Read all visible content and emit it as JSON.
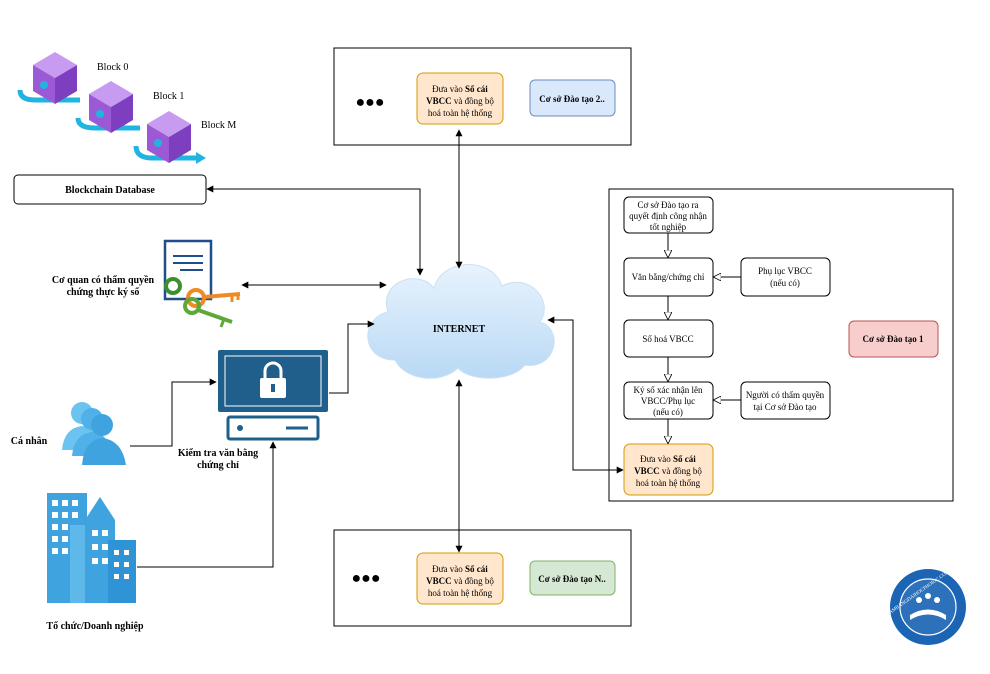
{
  "blockchain": {
    "block_labels": [
      "Block 0",
      "Block 1",
      "Block M"
    ],
    "database_label": "Blockchain Database"
  },
  "authority": {
    "label_lines": [
      "Cơ quan có thẩm quyền",
      "chứng thực ký số"
    ]
  },
  "individual": {
    "label": "Cá nhân"
  },
  "organization": {
    "label": "Tổ chức/Doanh nghiệp"
  },
  "verification": {
    "label_lines": [
      "Kiểm tra văn bằng",
      "chứng chỉ"
    ]
  },
  "internet": {
    "label": "INTERNET"
  },
  "ledger_box": {
    "line1_prefix": "Đưa vào ",
    "line1_bold": "Sổ cái",
    "line2_bold": "VBCC",
    "line2_rest": " và đồng bộ",
    "line3": "hoá toàn hệ thống"
  },
  "ellipsis": "●●●",
  "top_node": {
    "school_label": "Cơ sở Đào tạo 2.."
  },
  "bottom_node": {
    "school_label": "Cơ sở Đào tạo N.."
  },
  "school1": {
    "title": "Cơ sở Đào tạo 1",
    "step_decision_lines": [
      "Cơ sở Đào tạo ra",
      "quyết định công nhận",
      "tốt nghiệp"
    ],
    "step_diploma": "Văn bằng/chứng chỉ",
    "step_appendix_lines": [
      "Phụ lục VBCC",
      "(nếu có)"
    ],
    "step_digitize": "Số hoá VBCC",
    "step_sign_lines": [
      "Ký số xác nhận lên",
      "VBCC/Phụ lục",
      "(nếu có)"
    ],
    "step_signer_lines": [
      "Người có thẩm quyền",
      "tại Cơ sở Đào tạo"
    ]
  },
  "logo": {
    "text": "LAMBANGDAIHOCPHOIOC.COM"
  },
  "colors": {
    "ledger_fill": "#ffe6cc",
    "ledger_stroke": "#d79b00",
    "school2_fill": "#dae8fc",
    "school2_stroke": "#6c8ebf",
    "schoolN_fill": "#d5e8d4",
    "schoolN_stroke": "#82b366",
    "school1_fill": "#f8cecc",
    "school1_stroke": "#b85450",
    "cloud_fill": "#d6e9fa",
    "block_purple": "#9b59d6",
    "chain_blue": "#1fb5e0",
    "monitor_dark": "#1f5f8b",
    "people_blue": "#3fa3e0",
    "logo_blue": "#1c65b5"
  }
}
